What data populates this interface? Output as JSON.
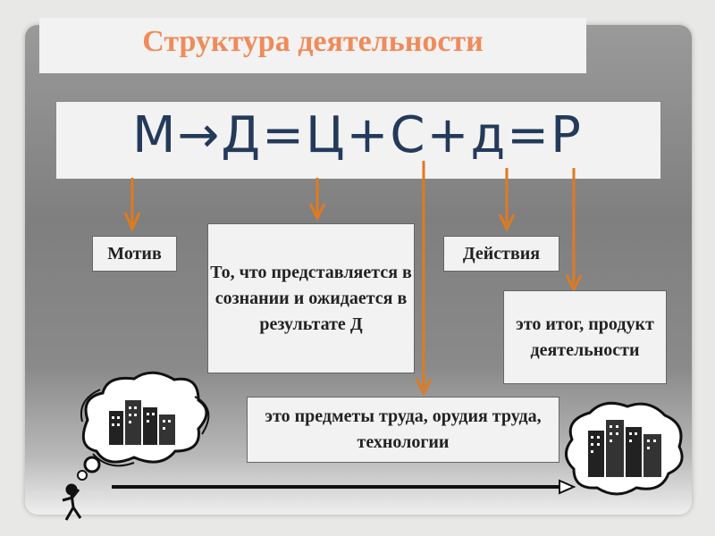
{
  "title": "Структура деятельности",
  "formula": "М→Д=Ц+С+д=Р",
  "boxes": {
    "motive": "Мотив",
    "goal": "То, что представляется в сознании и ожидается в результате Д",
    "actions": "Действия",
    "result": "это итог, продукт деятельности",
    "means": "это предметы труда, орудия труда, технологии"
  },
  "colors": {
    "title": "#f08b5a",
    "formula": "#243a5a",
    "arrow": "#e07a1f"
  }
}
